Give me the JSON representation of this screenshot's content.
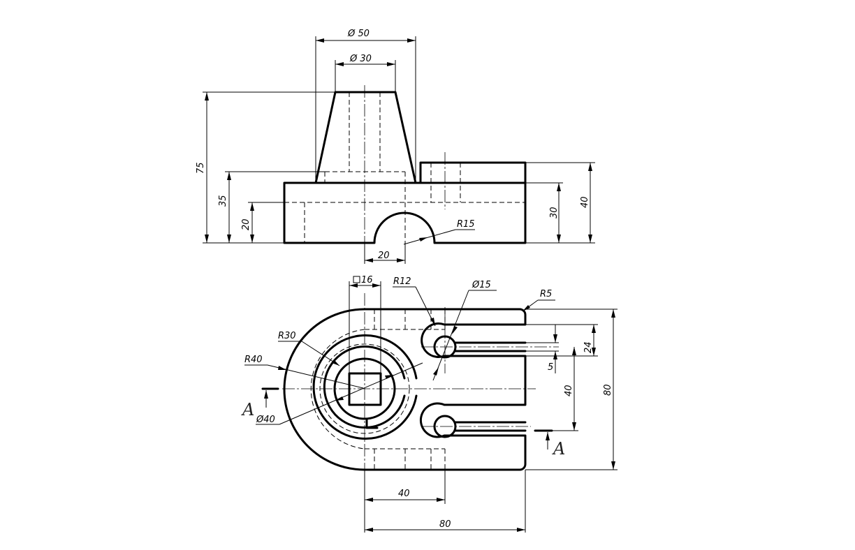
{
  "front_view": {
    "dims": {
      "dia50": "Ø 50",
      "dia30": "Ø 30",
      "h75": "75",
      "h35": "35",
      "h20": "20",
      "r15": "R15",
      "w20": "20",
      "h30": "30",
      "h40": "40"
    }
  },
  "top_view": {
    "dims": {
      "sq16": "16",
      "r12": "R12",
      "dia15": "Ø15",
      "r5": "R5",
      "r30": "R30",
      "r40": "R40",
      "dia40": "Ø40",
      "v24": "24",
      "v5": "5",
      "v40": "40",
      "v80": "80",
      "h40": "40",
      "h80": "80"
    },
    "section_labels": {
      "left": "A",
      "right": "A"
    }
  }
}
